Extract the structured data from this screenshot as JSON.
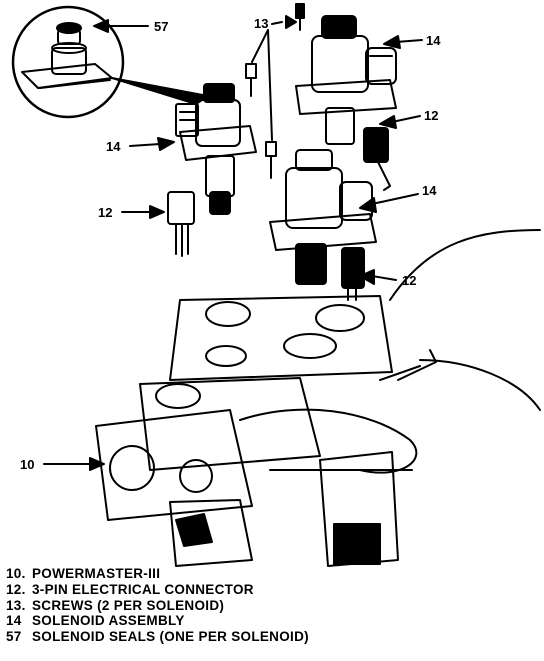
{
  "diagram": {
    "callouts": [
      "57",
      "13",
      "14",
      "12",
      "14",
      "12",
      "14",
      "12",
      "10"
    ],
    "legend": [
      {
        "num": "10.",
        "text": "POWERMASTER-III"
      },
      {
        "num": "12.",
        "text": "3-PIN ELECTRICAL CONNECTOR"
      },
      {
        "num": "13.",
        "text": "SCREWS (2 PER SOLENOID)"
      },
      {
        "num": "14",
        "text": "SOLENOID ASSEMBLY"
      },
      {
        "num": "57",
        "text": "SOLENOID SEALS (ONE PER SOLENOID)"
      }
    ]
  }
}
